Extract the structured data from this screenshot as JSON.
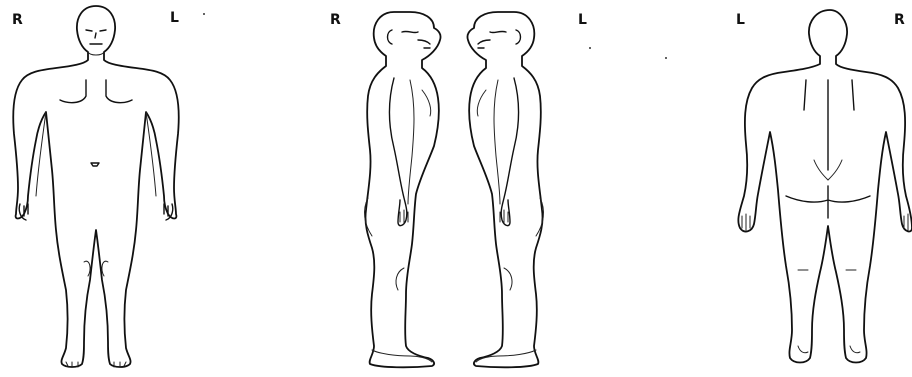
{
  "figures": [
    {
      "view": "front",
      "labels": {
        "left_marker": "R",
        "right_marker": "L"
      }
    },
    {
      "view": "side-right",
      "labels": {
        "marker": "R"
      }
    },
    {
      "view": "side-left",
      "labels": {
        "marker": "L"
      }
    },
    {
      "view": "back",
      "labels": {
        "left_marker": "L",
        "right_marker": "R"
      }
    }
  ],
  "colors": {
    "line": "#111111",
    "background": "#ffffff"
  }
}
